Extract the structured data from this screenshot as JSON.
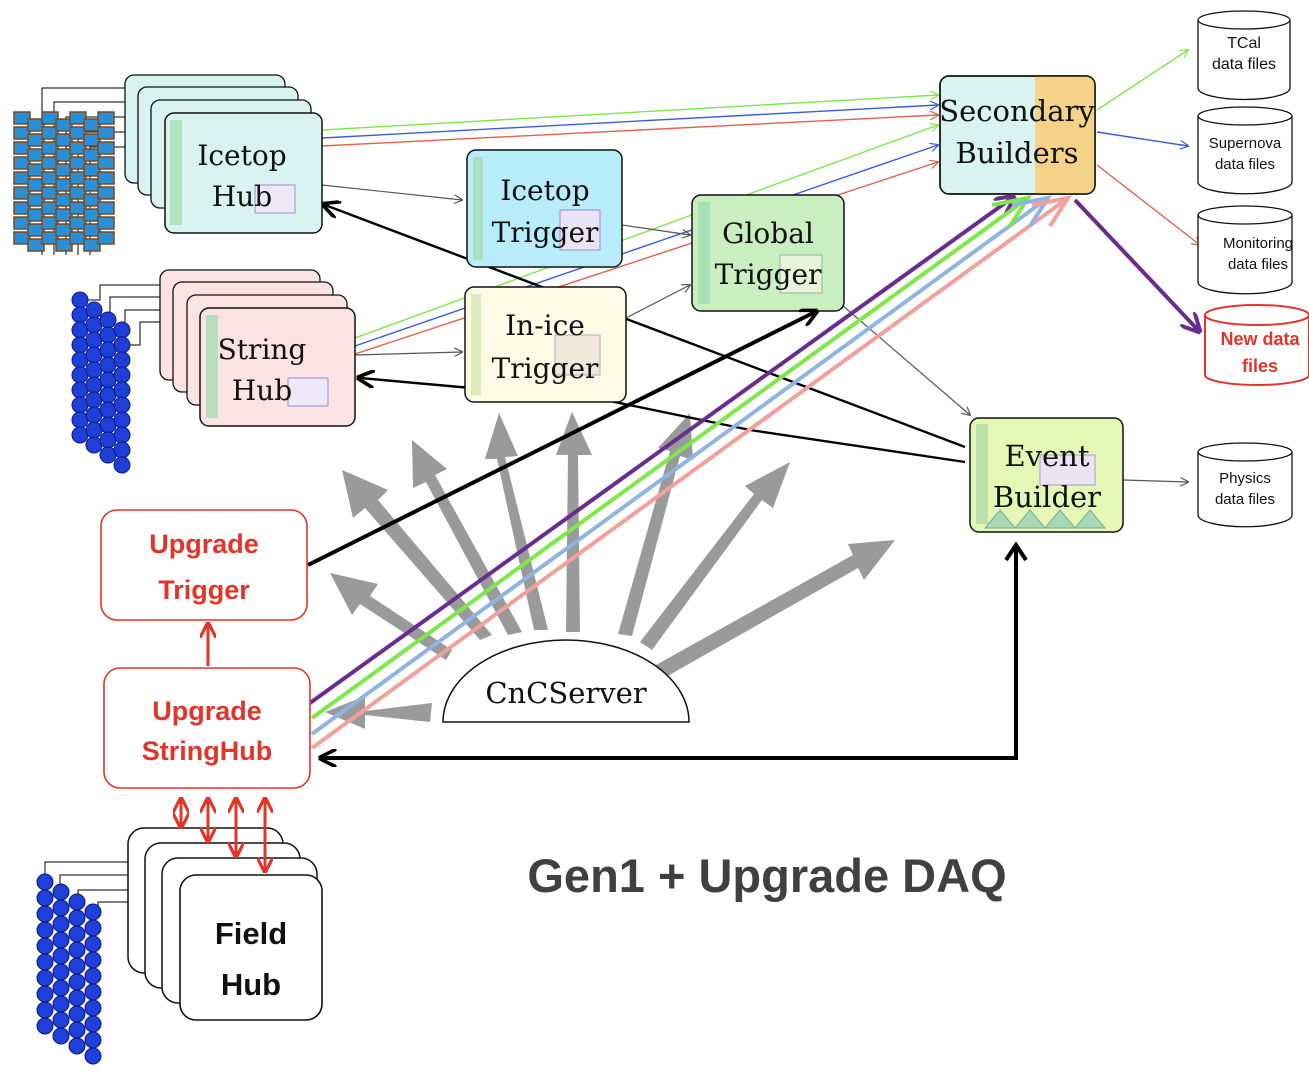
{
  "diagram": {
    "title": "Gen1 + Upgrade DAQ",
    "components": {
      "icetop_hub": [
        "Icetop",
        "Hub"
      ],
      "string_hub": [
        "String",
        "Hub"
      ],
      "icetop_trigger": [
        "Icetop",
        "Trigger"
      ],
      "inice_trigger": [
        "In-ice",
        "Trigger"
      ],
      "global_trigger": [
        "Global",
        "Trigger"
      ],
      "secondary_builders": [
        "Secondary",
        "Builders"
      ],
      "event_builder": [
        "Event",
        "Builder"
      ],
      "cnc_server": "CnCServer",
      "upgrade_trigger": [
        "Upgrade",
        "Trigger"
      ],
      "upgrade_stringhub": [
        "Upgrade",
        "StringHub"
      ],
      "field_hub": [
        "Field",
        "Hub"
      ]
    },
    "outputs": {
      "tcal": [
        "TCal",
        "data files"
      ],
      "supernova": [
        "Supernova",
        "data files"
      ],
      "monitoring": [
        "Monitoring",
        "data files"
      ],
      "new_data": [
        "New data",
        "files"
      ],
      "physics": [
        "Physics",
        "data files"
      ]
    },
    "colors": {
      "icetop_fill": "#d9f4f0",
      "string_fill": "#fbe3e3",
      "icetop_trigger_fill": "#b9ecfb",
      "inice_trigger_fill": "#fdfbe6",
      "global_trigger_fill": "#c9efc0",
      "secondary_fill": "#f5d28a",
      "event_builder_fill": "#e4f7b4",
      "upgrade_red": "#e3342a",
      "purple_link": "#6a2c8e",
      "green_link": "#7ee84a",
      "blue_link": "#8fb4e3",
      "pink_link": "#f2a19a",
      "gray_arrow": "#9a9a9a",
      "dom_blue": "#1f3fd8"
    }
  }
}
